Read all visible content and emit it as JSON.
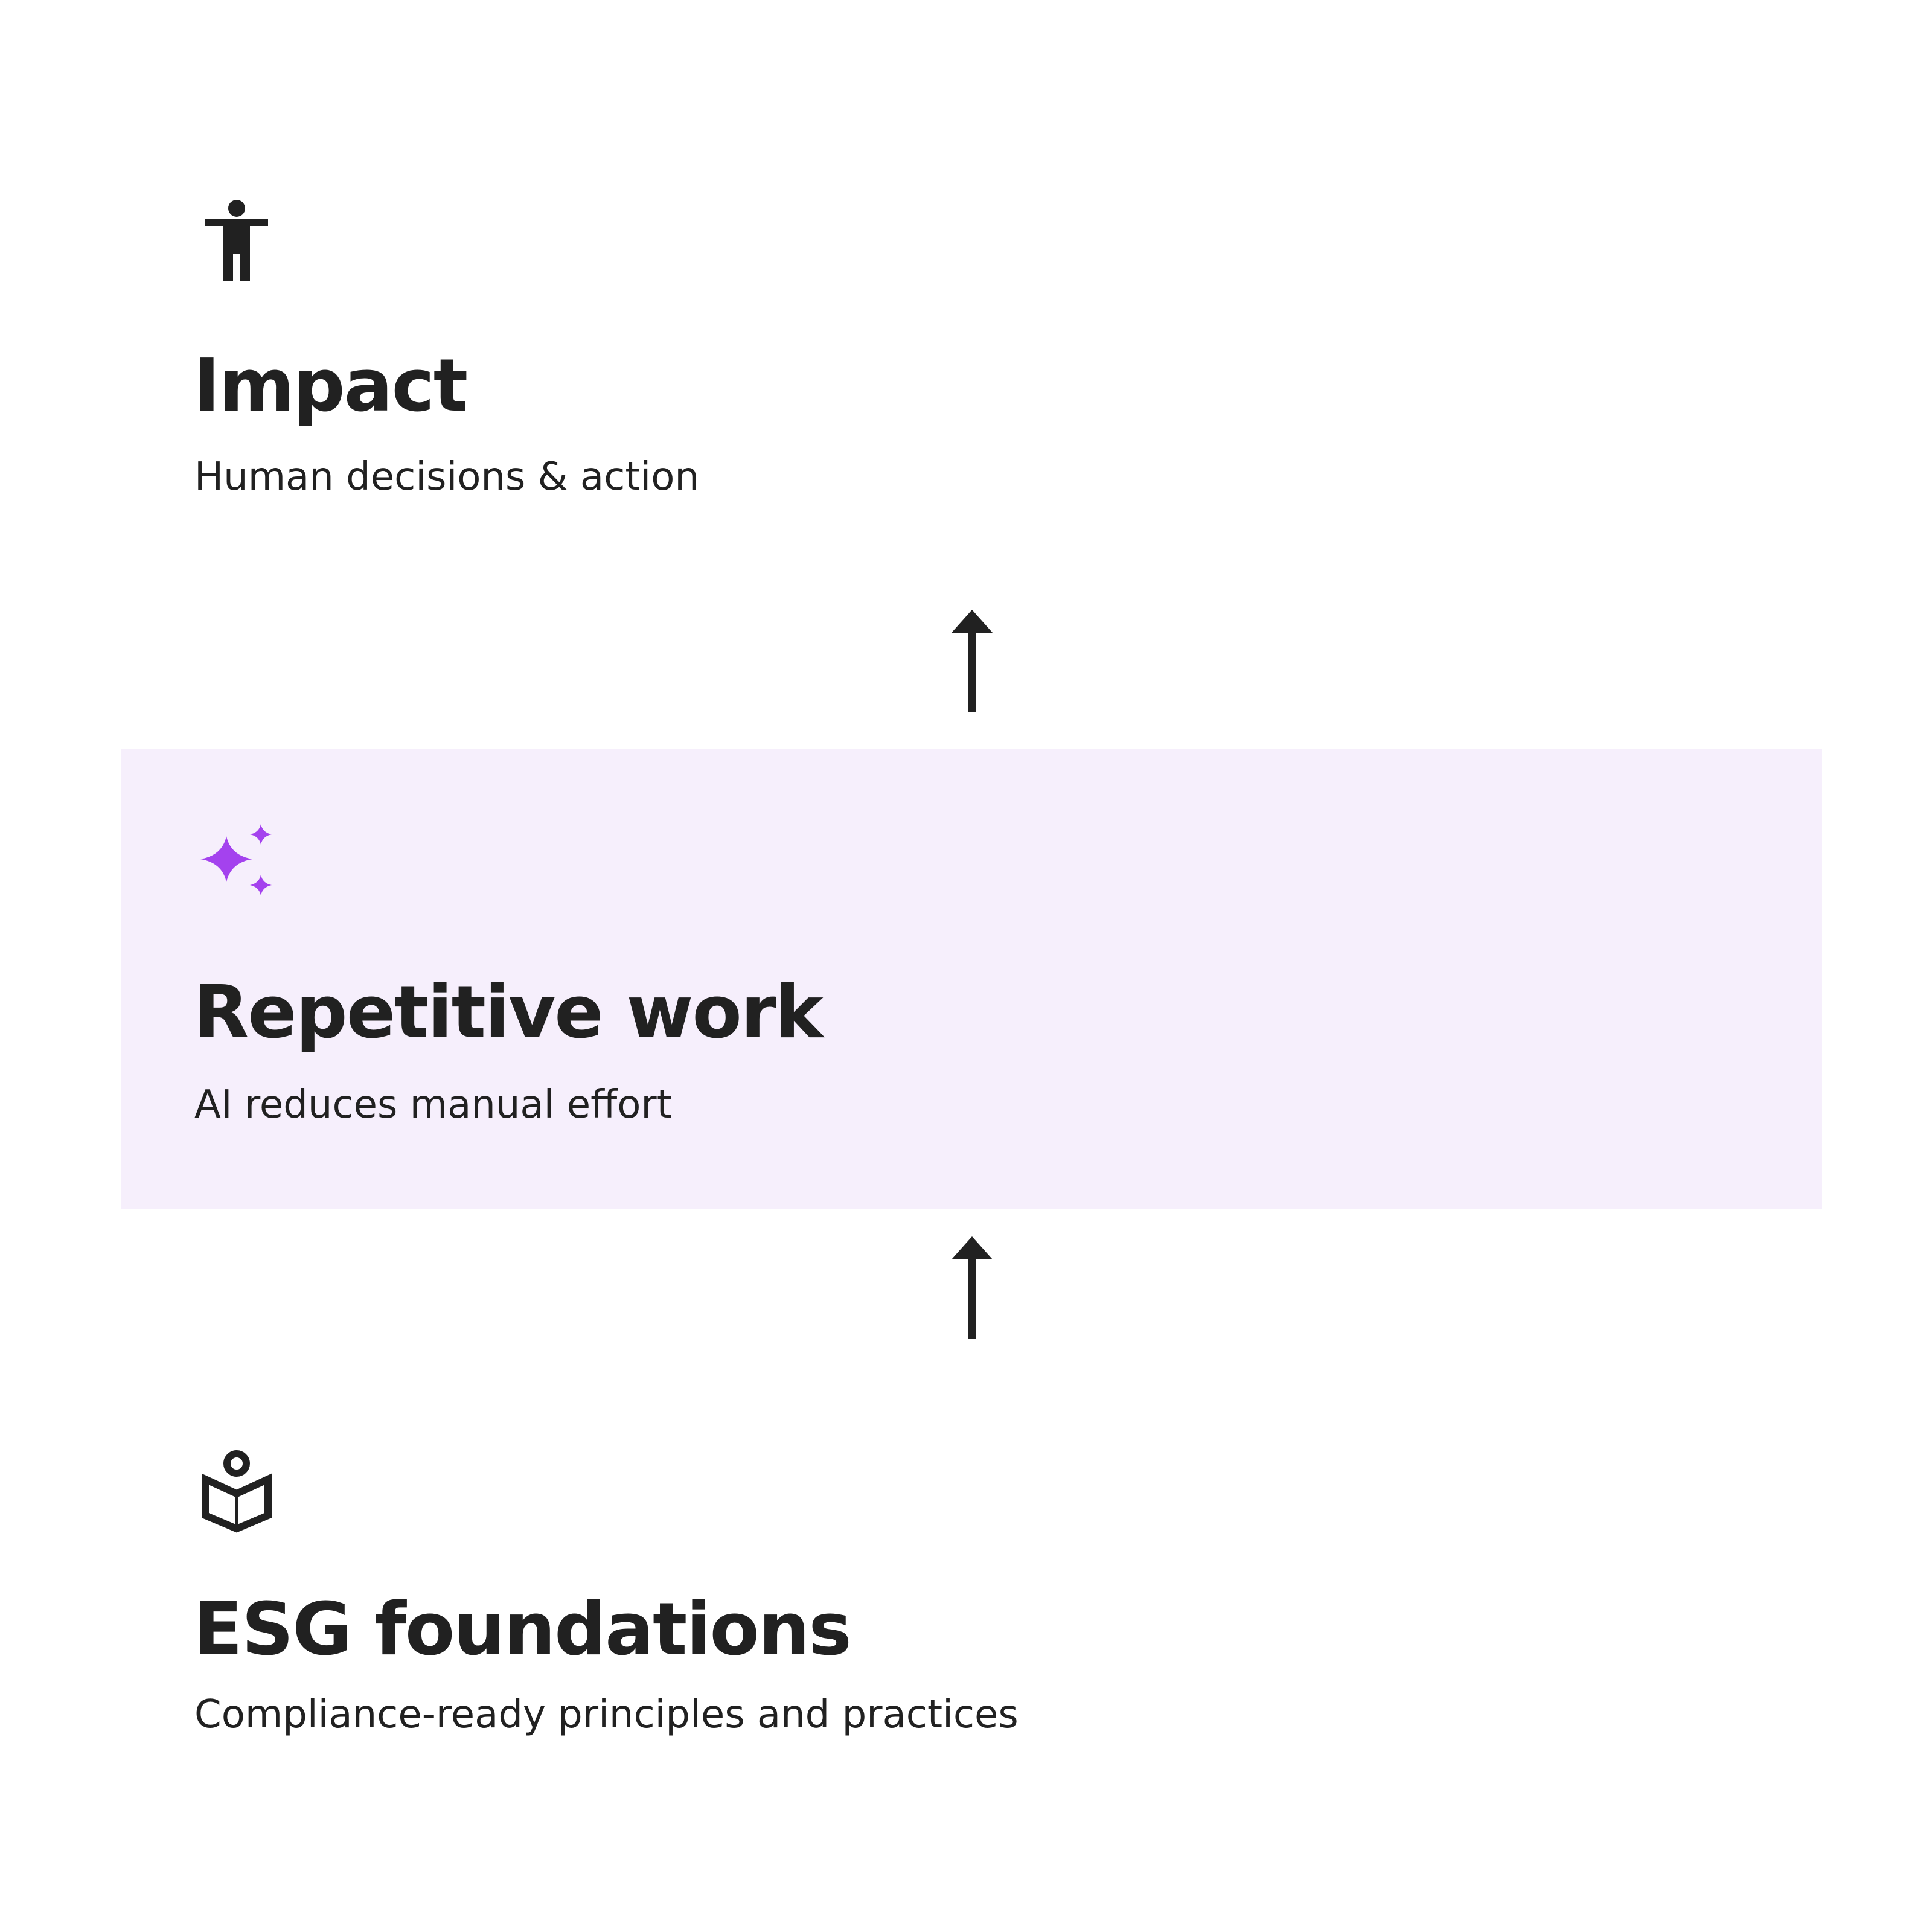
{
  "layers": [
    {
      "title": "Impact",
      "subtitle": "Human decisions & action",
      "icon": "person-accessibility-icon",
      "highlighted": false
    },
    {
      "title": "Repetitive work",
      "subtitle": "AI reduces manual effort",
      "icon": "sparkles-icon",
      "highlighted": true
    },
    {
      "title": "ESG foundations",
      "subtitle": "Compliance-ready principles and practices",
      "icon": "reader-book-icon",
      "highlighted": false
    }
  ],
  "connectors": [
    {
      "direction": "up",
      "icon": "arrow-up-icon"
    },
    {
      "direction": "up",
      "icon": "arrow-up-icon"
    }
  ],
  "colors": {
    "text": "#212121",
    "accent": "#a442ee",
    "highlight_background": "#f6effc",
    "background": "#ffffff"
  }
}
